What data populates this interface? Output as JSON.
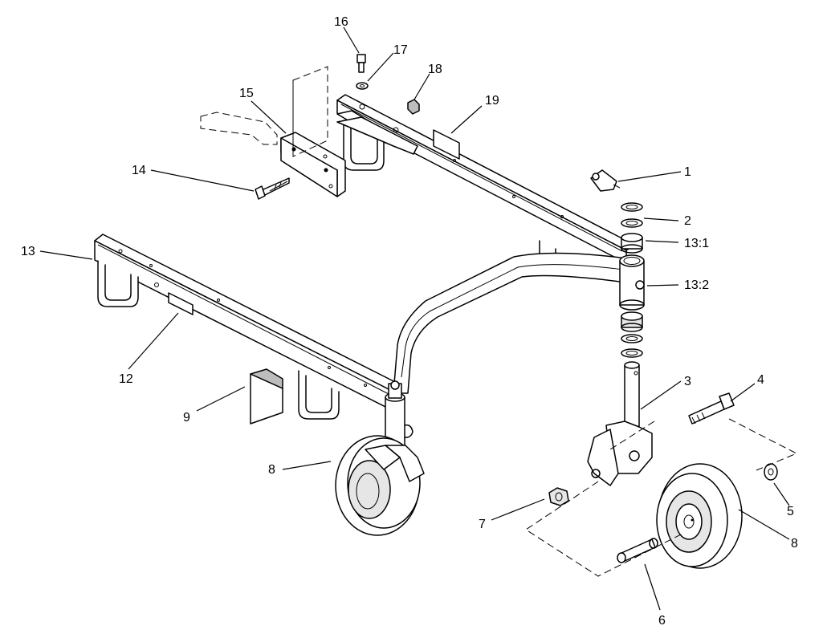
{
  "callouts": [
    {
      "id": "c1",
      "text": "1"
    },
    {
      "id": "c2",
      "text": "2"
    },
    {
      "id": "c3",
      "text": "3"
    },
    {
      "id": "c4",
      "text": "4"
    },
    {
      "id": "c5",
      "text": "5"
    },
    {
      "id": "c6",
      "text": "6"
    },
    {
      "id": "c7",
      "text": "7"
    },
    {
      "id": "c8a",
      "text": "8"
    },
    {
      "id": "c8b",
      "text": "8"
    },
    {
      "id": "c9",
      "text": "9"
    },
    {
      "id": "c12",
      "text": "12"
    },
    {
      "id": "c13",
      "text": "13"
    },
    {
      "id": "c13_1",
      "text": "13:1"
    },
    {
      "id": "c13_2",
      "text": "13:2"
    },
    {
      "id": "c14",
      "text": "14"
    },
    {
      "id": "c15",
      "text": "15"
    },
    {
      "id": "c16",
      "text": "16"
    },
    {
      "id": "c17",
      "text": "17"
    },
    {
      "id": "c18",
      "text": "18"
    },
    {
      "id": "c19",
      "text": "19"
    }
  ]
}
